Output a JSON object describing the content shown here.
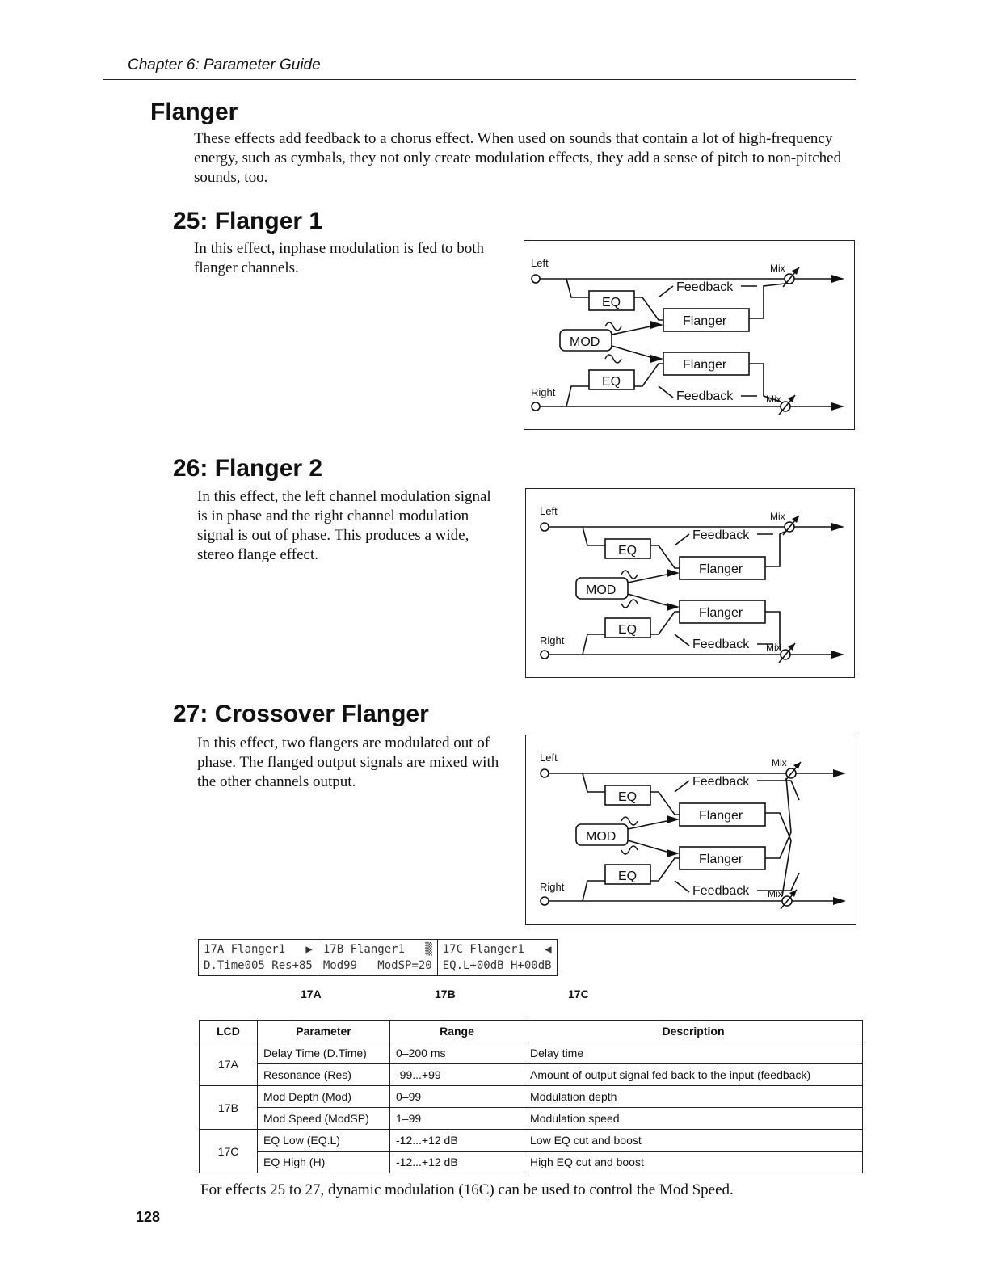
{
  "header": "Chapter 6: Parameter Guide",
  "section": {
    "title": "Flanger",
    "intro": "These effects add feedback to a chorus effect. When used on sounds that contain a lot of high-frequency energy, such as cymbals, they not only create modulation effects, they add a sense of pitch to non-pitched sounds, too."
  },
  "effects": [
    {
      "title": "25: Flanger 1",
      "description": "In this effect, inphase modulation is fed to both flanger channels."
    },
    {
      "title": "26: Flanger 2",
      "description": "In this effect, the left channel modulation signal is in phase and the right channel modulation signal is out of phase. This produces a wide, stereo flange effect."
    },
    {
      "title": "27: Crossover Flanger",
      "description": "In this effect, two flangers are modulated out of phase. The flanged output signals are mixed with the other channels output."
    }
  ],
  "diagram_labels": {
    "left": "Left",
    "right": "Right",
    "mix": "Mix",
    "feedback": "Feedback",
    "eq": "EQ",
    "flanger": "Flanger",
    "mod": "MOD"
  },
  "lcd": {
    "screens": [
      {
        "line1": "17A Flanger1   ▶",
        "line2": "D.Time005 Res+85"
      },
      {
        "line1": "17B Flanger1   ▒",
        "line2": "Mod99   ModSP=20"
      },
      {
        "line1": "17C Flanger1   ◀",
        "line2": "EQ.L+00dB H+00dB"
      }
    ],
    "labels": [
      "17A",
      "17B",
      "17C"
    ]
  },
  "table": {
    "headers": [
      "LCD",
      "Parameter",
      "Range",
      "Description"
    ],
    "rows": [
      {
        "lcd": "17A",
        "parameter": "Delay Time (D.Time)",
        "range": "0–200 ms",
        "description": "Delay time"
      },
      {
        "lcd": "",
        "parameter": "Resonance (Res)",
        "range": "-99...+99",
        "description": "Amount of output signal fed back to the input (feedback)"
      },
      {
        "lcd": "17B",
        "parameter": "Mod Depth (Mod)",
        "range": "0–99",
        "description": "Modulation depth"
      },
      {
        "lcd": "",
        "parameter": "Mod Speed (ModSP)",
        "range": "1–99",
        "description": "Modulation speed"
      },
      {
        "lcd": "17C",
        "parameter": "EQ Low (EQ.L)",
        "range": "-12...+12 dB",
        "description": "Low EQ cut and boost"
      },
      {
        "lcd": "",
        "parameter": "EQ High (H)",
        "range": "-12...+12 dB",
        "description": "High EQ cut and boost"
      }
    ]
  },
  "footer": "For effects 25 to 27, dynamic modulation (16C) can be used to control the Mod Speed.",
  "page_number": "128"
}
